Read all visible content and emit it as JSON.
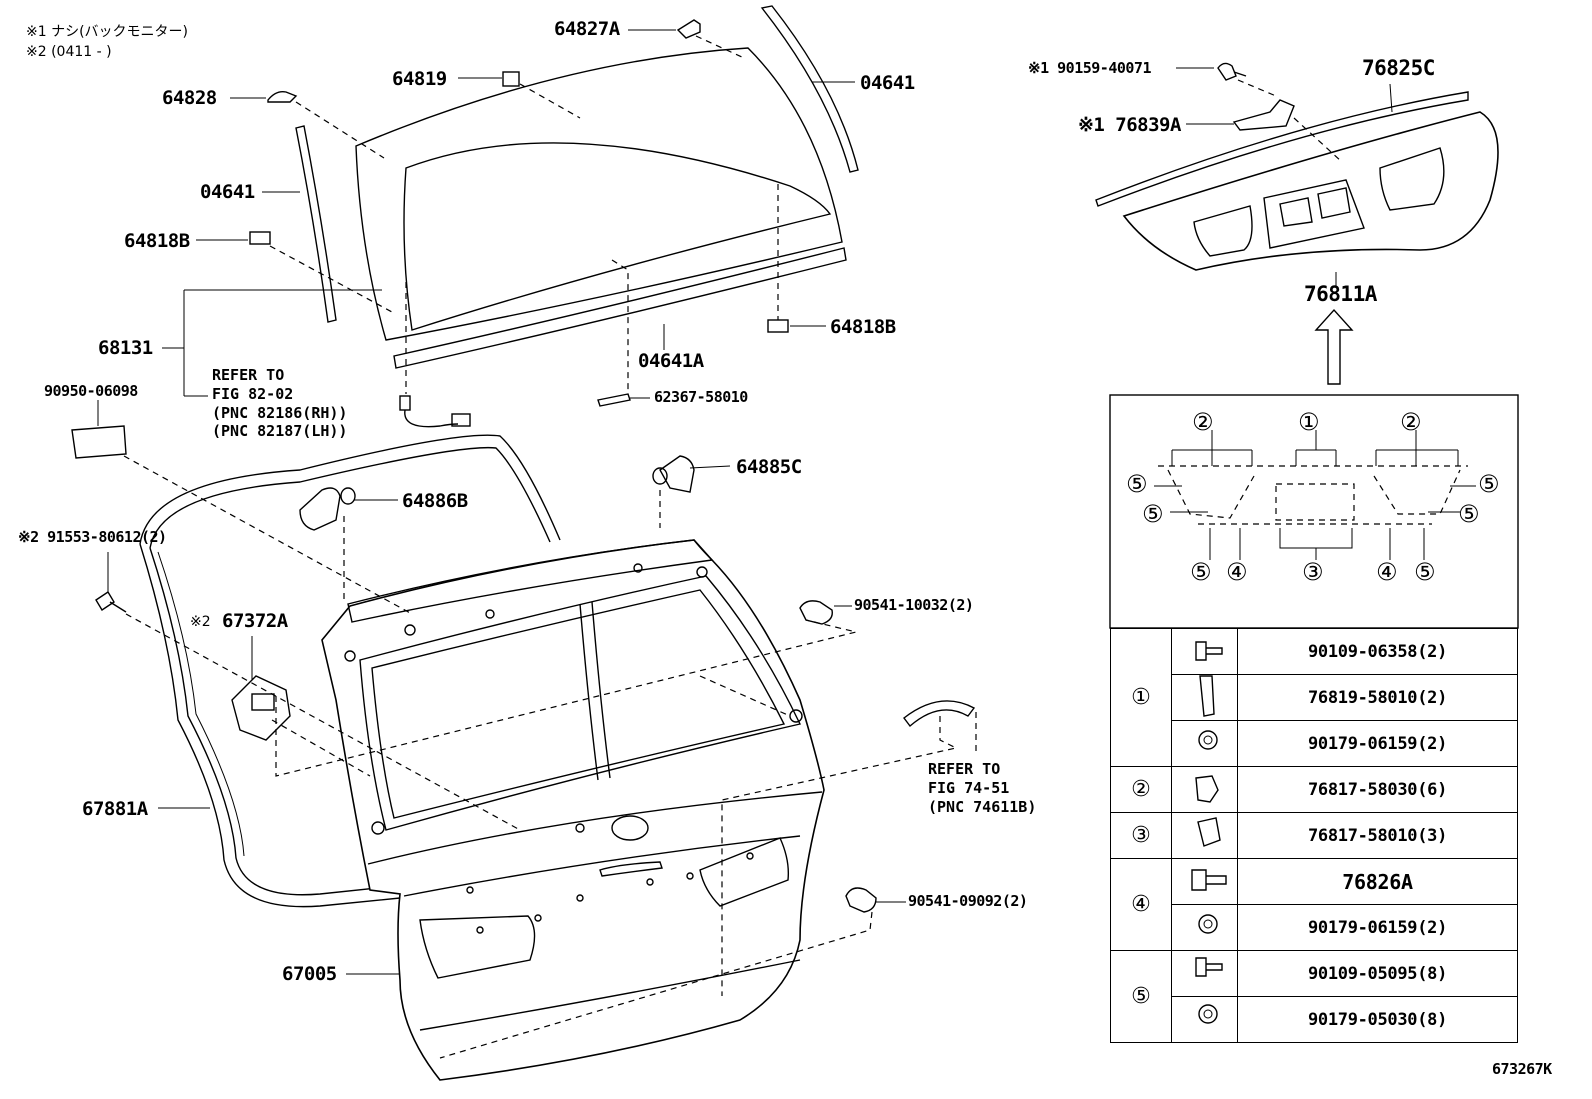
{
  "notes": {
    "n1": "※1 ナシ(バックモニター)",
    "n2": "※2 (0411 -     )"
  },
  "callouts": {
    "p64827A": "64827A",
    "p64819": "64819",
    "p04641_top": "04641",
    "p64828": "64828",
    "p04641_left": "04641",
    "p64818B_left": "64818B",
    "p68131": "68131",
    "p04641A": "04641A",
    "p64818B_right": "64818B",
    "p90950": "90950-06098",
    "p62367": "62367-58010",
    "p64885C": "64885C",
    "p64886B": "64886B",
    "p91553": "※2 91553-80612(2)",
    "p90541_10032": "90541-10032(2)",
    "p67372A_mark": "※2",
    "p67372A": "67372A",
    "p67881A": "67881A",
    "p90541_09092": "90541-09092(2)",
    "p67005": "67005",
    "p90159": "※1 90159-40071",
    "p76839A": "※1 76839A",
    "p76825C": "76825C",
    "p76811A": "76811A"
  },
  "refs": {
    "ref1": "REFER TO\nFIG 82-02\n(PNC 82186(RH))\n(PNC 82187(LH))",
    "ref2": "REFER TO\nFIG 74-51\n(PNC 74611B)"
  },
  "diagram_circles": {
    "c1": "①",
    "c2a": "②",
    "c2b": "②",
    "c3": "③",
    "c4a": "④",
    "c4b": "④",
    "c5a": "⑤",
    "c5b": "⑤",
    "c5c": "⑤",
    "c5d": "⑤",
    "c5e": "⑤",
    "c5f": "⑤"
  },
  "legend": [
    {
      "group": "①",
      "parts": [
        "90109-06358(2)",
        "76819-58010(2)",
        "90179-06159(2)"
      ]
    },
    {
      "group": "②",
      "parts": [
        "76817-58030(6)"
      ]
    },
    {
      "group": "③",
      "parts": [
        "76817-58010(3)"
      ]
    },
    {
      "group": "④",
      "parts": [
        "76826A",
        "90179-06159(2)"
      ]
    },
    {
      "group": "⑤",
      "parts": [
        "90109-05095(8)",
        "90179-05030(8)"
      ]
    }
  ],
  "figure_id": "673267K"
}
